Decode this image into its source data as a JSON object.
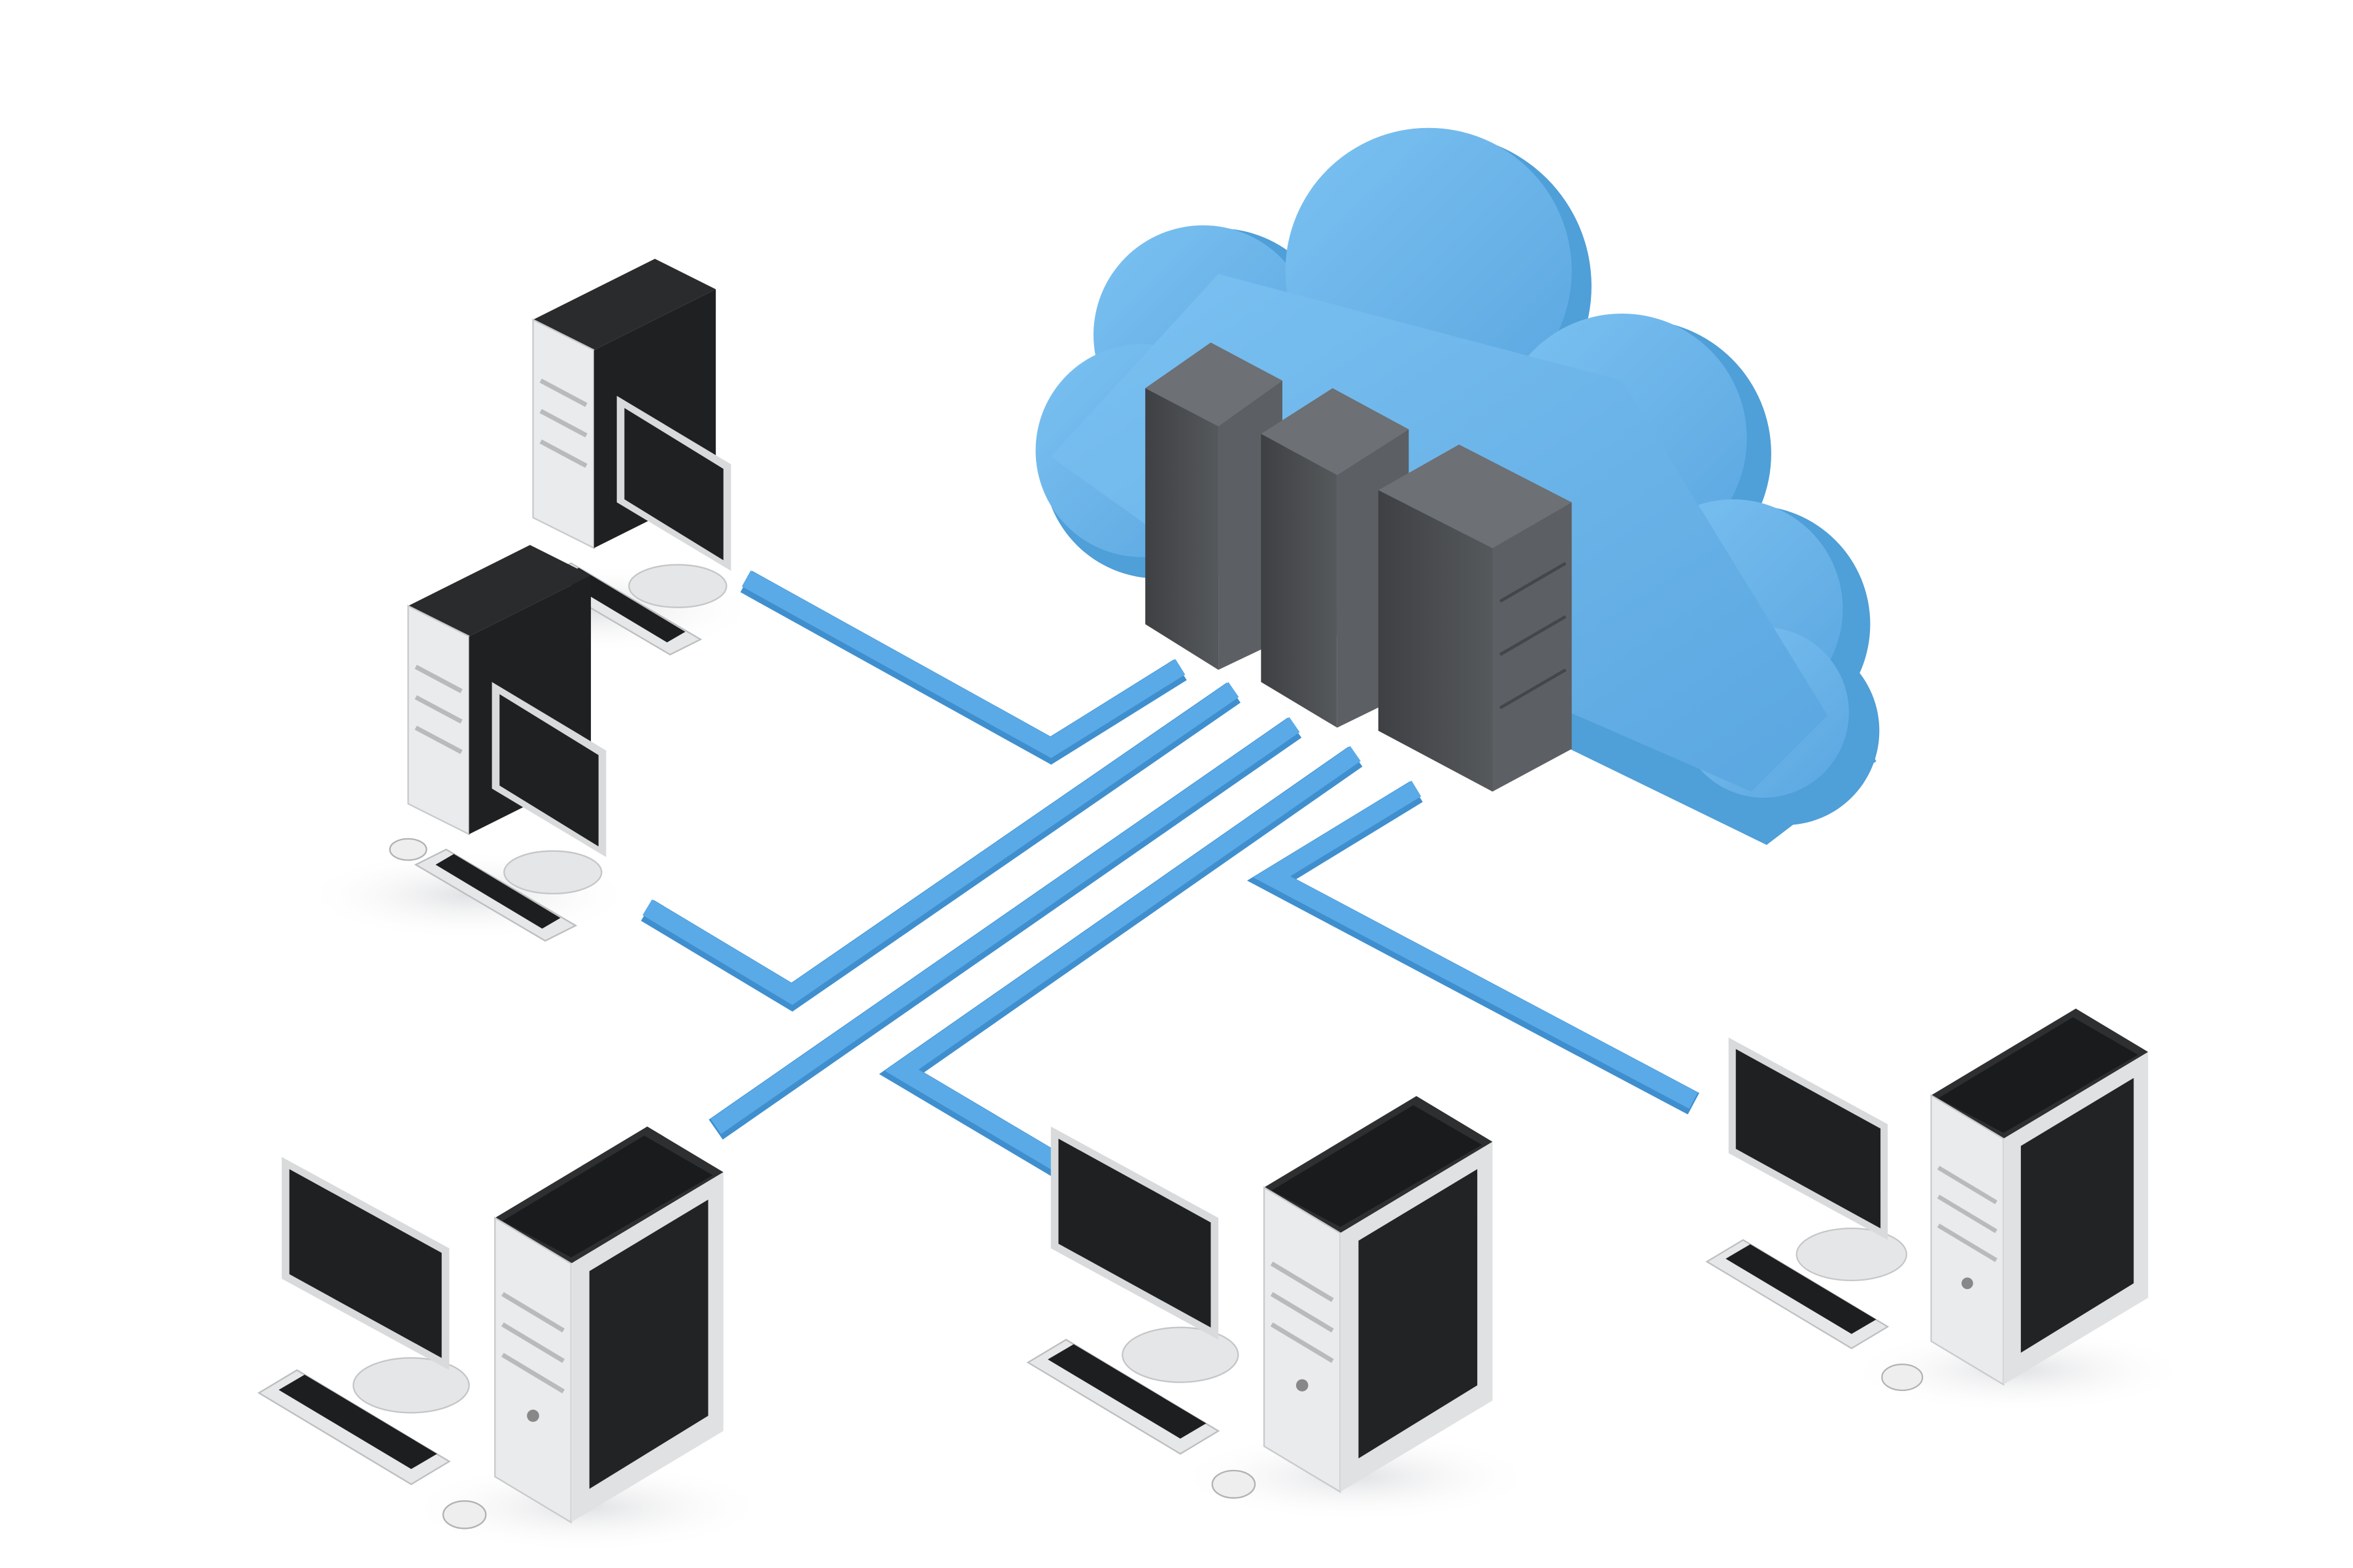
{
  "scene": {
    "subject": "cloud-computing-network",
    "colors": {
      "background": "#ffffff",
      "cloud_front": "#6ab4ea",
      "cloud_side": "#4f9fd8",
      "connector": "#5aaae8",
      "connector_edge": "#3f8fcf",
      "server_front": "#4a4c4f",
      "server_side": "#5c5f63",
      "server_top": "#6d7074",
      "tower_body": "#e8eaec",
      "tower_panel": "#2a2b2d",
      "monitor_screen": "#1f2022"
    },
    "icons": [
      "cloud-icon",
      "server-rack-icon",
      "desktop-computer-icon",
      "keyboard-icon",
      "mouse-icon"
    ],
    "server_count": 3,
    "client_computer_count": 5
  }
}
